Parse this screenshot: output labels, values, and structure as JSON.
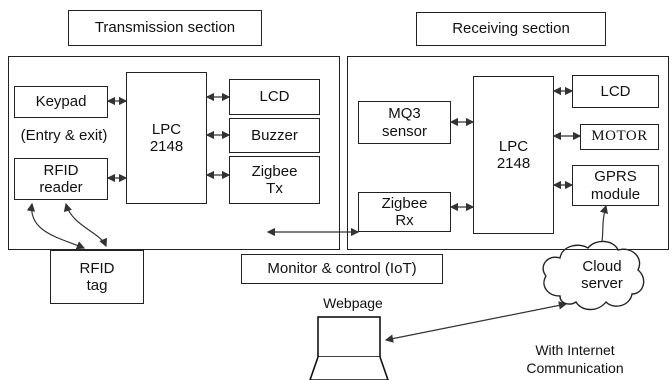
{
  "transmission": {
    "title": "Transmission section",
    "keypad": "Keypad",
    "entry_exit": "(Entry & exit)",
    "rfid_reader": "RFID\nreader",
    "lpc": "LPC\n2148",
    "lcd": "LCD",
    "buzzer": "Buzzer",
    "zigbee_tx": "Zigbee\nTx"
  },
  "receiving": {
    "title": "Receiving section",
    "mq3": "MQ3\nsensor",
    "zigbee_rx": "Zigbee\nRx",
    "lpc": "LPC\n2148",
    "lcd": "LCD",
    "motor": "MOTOR",
    "gprs": "GPRS\nmodule"
  },
  "rfid_tag": "RFID\ntag",
  "monitor_control": "Monitor & control (IoT)",
  "webpage": "Webpage",
  "cloud": "Cloud\nserver",
  "internet": "With Internet\nCommunication"
}
